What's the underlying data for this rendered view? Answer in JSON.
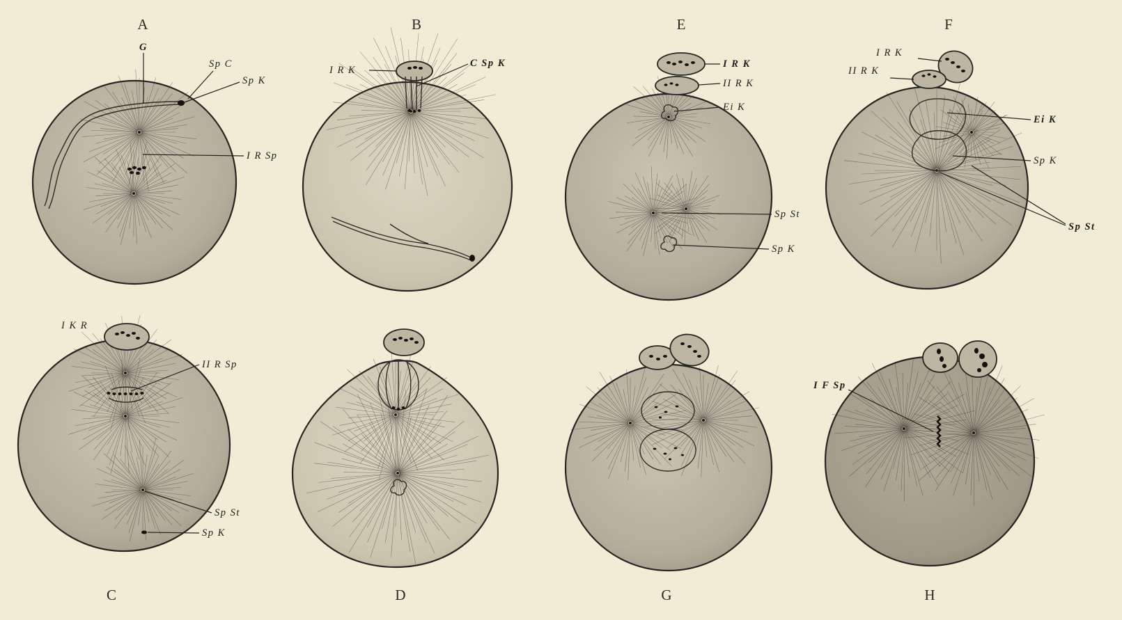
{
  "figure": {
    "panels": [
      {
        "id": "A",
        "label": "A",
        "annotations": [
          "G",
          "Sp C",
          "Sp K",
          "I R Sp"
        ]
      },
      {
        "id": "B",
        "label": "B",
        "annotations": [
          "I R K",
          "C Sp K"
        ]
      },
      {
        "id": "E",
        "label": "E",
        "annotations": [
          "I R K",
          "II R K",
          "Ei K",
          "Sp St",
          "Sp K"
        ]
      },
      {
        "id": "F",
        "label": "F",
        "annotations": [
          "I R K",
          "II R K",
          "Ei K",
          "Sp K",
          "Sp St"
        ]
      },
      {
        "id": "C",
        "label": "C",
        "annotations": [
          "I K R",
          "II R Sp",
          "Sp St",
          "Sp K"
        ]
      },
      {
        "id": "D",
        "label": "D",
        "annotations": []
      },
      {
        "id": "G",
        "label": "G",
        "annotations": []
      },
      {
        "id": "H",
        "label": "H",
        "annotations": [
          "I F Sp"
        ]
      }
    ]
  },
  "colors": {
    "paper": "#f1ecd6",
    "cell_fill": "#b9b3a1",
    "cell_fill_light": "#d3cdb9",
    "ink": "#1f1e1b"
  }
}
